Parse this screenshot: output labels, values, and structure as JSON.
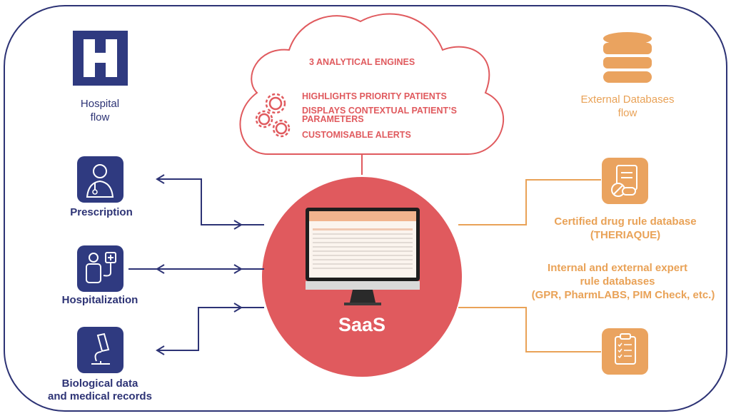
{
  "cloud": {
    "title": "3 ANALYTICAL ENGINES",
    "items": [
      "HIGHLIGHTS PRIORITY PATIENTS",
      "DISPLAYS CONTEXTUAL PATIENT’S",
      "PARAMETERS",
      "CUSTOMISABLE ALERTS"
    ]
  },
  "center": {
    "label": "SaaS"
  },
  "left": {
    "header_line1": "Hospital",
    "header_line2": "flow",
    "items": [
      {
        "label": "Prescription",
        "icon": "doctor-icon"
      },
      {
        "label": "Hospitalization",
        "icon": "patient-iv-icon"
      },
      {
        "label_line1": "Biological data",
        "label_line2": "and medical records",
        "icon": "microscope-icon"
      }
    ]
  },
  "right": {
    "header_line1": "External Databases",
    "header_line2": "flow",
    "items": [
      {
        "label_line1": "Certified drug rule database",
        "label_line2": "(THERIAQUE)",
        "icon": "pills-document-icon"
      },
      {
        "label_line1": "Internal and external  expert",
        "label_line2": "rule databases",
        "label_line3": "(GPR, PharmLABS, PIM Check, etc.)",
        "icon": "clipboard-checklist-icon"
      }
    ]
  },
  "colors": {
    "navy": "#2d3375",
    "orange": "#e9a257",
    "coral": "#e05a5e",
    "icon_box_navy": "#2f3a80",
    "icon_box_orange": "#eaa35f"
  }
}
